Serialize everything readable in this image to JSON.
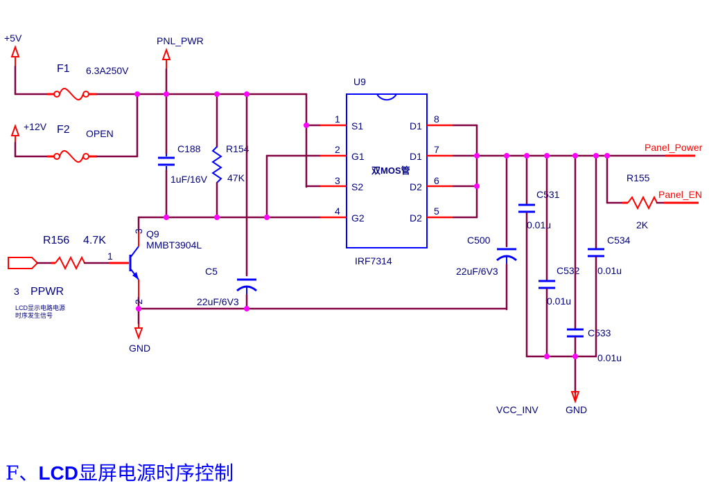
{
  "nets": {
    "p5v": "+5V",
    "p12v": "+12V",
    "pnl_pwr": "PNL_PWR",
    "panel_power": "Panel_Power",
    "panel_en": "Panel_EN",
    "gnd": "GND",
    "vcc_inv": "VCC_INV",
    "ppwr": "PPWR"
  },
  "parts": {
    "f1": {
      "ref": "F1",
      "value": "6.3A250V"
    },
    "f2": {
      "ref": "F2",
      "value": "OPEN"
    },
    "c188": {
      "ref": "C188",
      "value": "1uF/16V"
    },
    "r154": {
      "ref": "R154",
      "value": "47K"
    },
    "u9": {
      "ref": "U9",
      "value": "IRF7314",
      "label": "双MOS管"
    },
    "r156": {
      "ref": "R156",
      "value": "4.7K"
    },
    "q9": {
      "ref": "Q9",
      "value": "MMBT3904L"
    },
    "c5": {
      "ref": "C5",
      "value": "22uF/6V3"
    },
    "c500": {
      "ref": "C500",
      "value": "22uF/6V3"
    },
    "c531": {
      "ref": "C531",
      "value": "0.01u"
    },
    "c532": {
      "ref": "C532",
      "value": "0.01u"
    },
    "c533": {
      "ref": "C533",
      "value": "0.01u"
    },
    "c534": {
      "ref": "C534",
      "value": "0.01u"
    },
    "r155": {
      "ref": "R155",
      "value": "2K"
    }
  },
  "u9_pins": {
    "left": [
      {
        "num": "1",
        "name": "S1"
      },
      {
        "num": "2",
        "name": "G1"
      },
      {
        "num": "3",
        "name": "S2"
      },
      {
        "num": "4",
        "name": "G2"
      }
    ],
    "right": [
      {
        "num": "8",
        "name": "D1"
      },
      {
        "num": "7",
        "name": "D1"
      },
      {
        "num": "6",
        "name": "D2"
      },
      {
        "num": "5",
        "name": "D2"
      }
    ]
  },
  "q9_pins": {
    "base": "1",
    "emitter": "2",
    "collector": "3"
  },
  "port": {
    "pin": "3",
    "note_line1": "LCD显示电路电源",
    "note_line2": "时序发生信号"
  },
  "caption": {
    "prefix": "F、",
    "bold": "LCD",
    "rest": "显屏电源时序控制"
  }
}
